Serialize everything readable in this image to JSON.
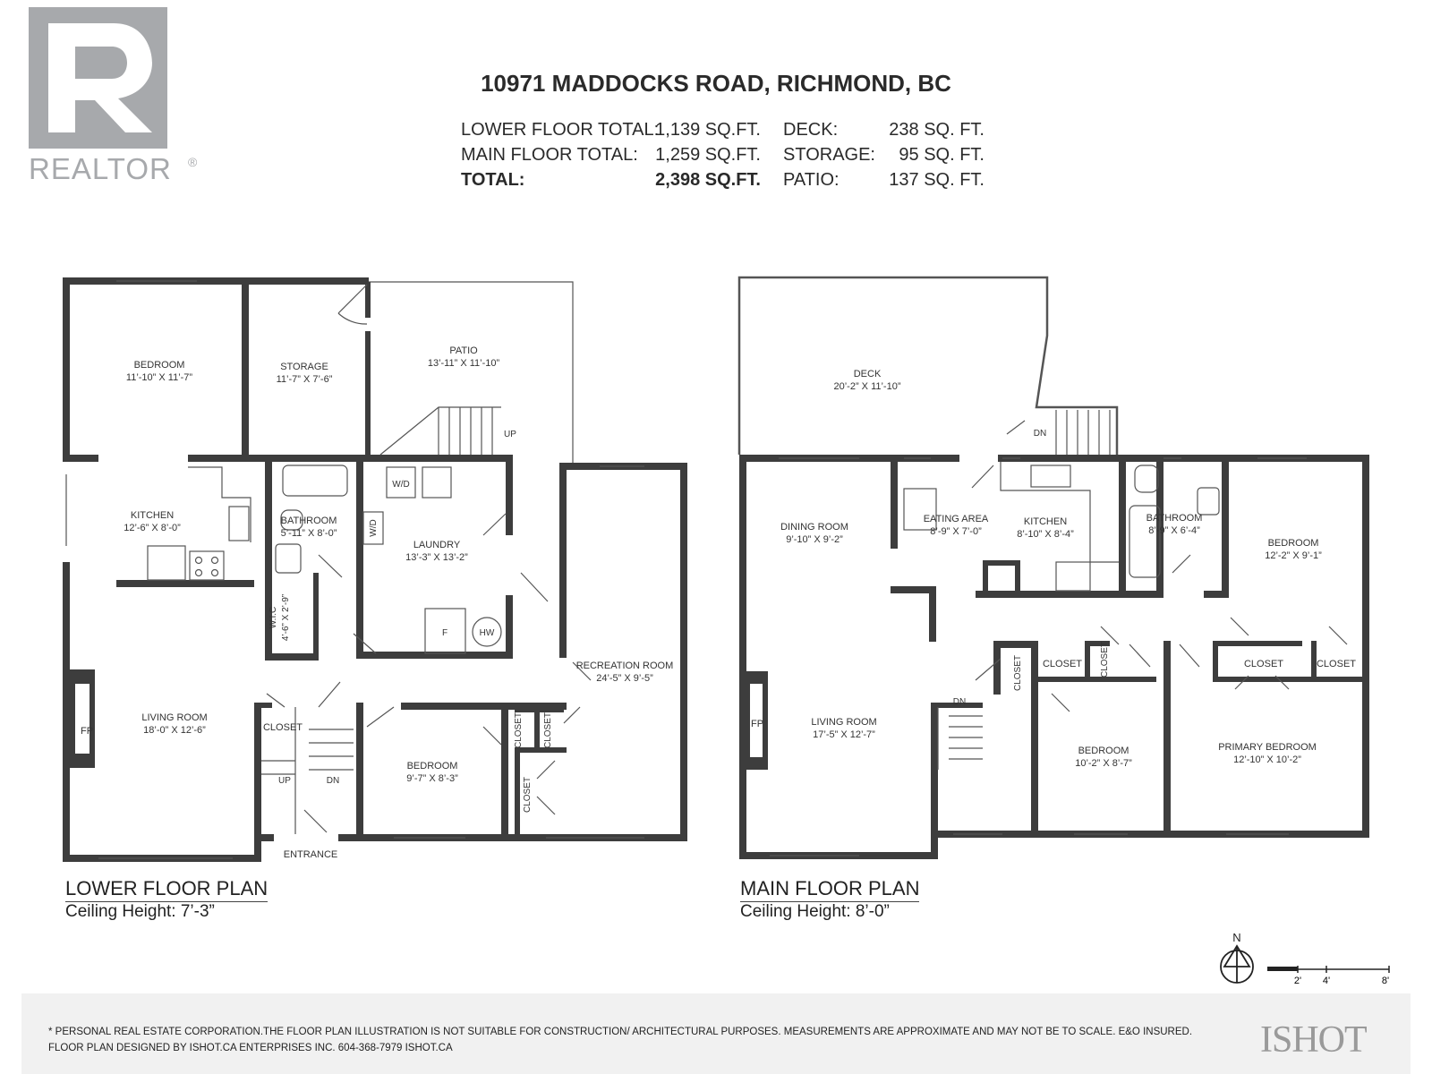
{
  "logo": {
    "word": "REALTOR",
    "reg": "®"
  },
  "header": {
    "address": "10971 MADDOCKS ROAD, RICHMOND, BC",
    "rows": [
      {
        "label": "LOWER FLOOR TOTAL:",
        "value": "1,139 SQ.FT.",
        "label2": "DECK:",
        "value2": "238 SQ. FT."
      },
      {
        "label": "MAIN FLOOR TOTAL:",
        "value": "1,259 SQ.FT.",
        "label2": "STORAGE:",
        "value2": "95 SQ. FT."
      },
      {
        "label": "TOTAL:",
        "value": "2,398 SQ.FT.",
        "label2": "PATIO:",
        "value2": "137 SQ. FT."
      }
    ]
  },
  "lower": {
    "title": "LOWER FLOOR PLAN",
    "ceiling": "Ceiling Height: 7’-3”",
    "rooms": {
      "bedroom1": {
        "name": "BEDROOM",
        "dim": "11’-10” X 11’-7”"
      },
      "storage": {
        "name": "STORAGE",
        "dim": "11’-7” X 7’-6”"
      },
      "patio": {
        "name": "PATIO",
        "dim": "13’-11” X 11’-10”"
      },
      "kitchen": {
        "name": "KITCHEN",
        "dim": "12’-6” X 8’-0”"
      },
      "bathroom": {
        "name": "BATHROOM",
        "dim": "5’-11” X 8’-0”"
      },
      "laundry": {
        "name": "LAUNDRY",
        "dim": "13’-3” X 13’-2”"
      },
      "recroom": {
        "name": "RECREATION ROOM",
        "dim": "24’-5” X 9’-5”"
      },
      "wic": {
        "name": "W.I.C",
        "dim": "4’-6” X 2’-9”"
      },
      "living": {
        "name": "LIVING ROOM",
        "dim": "18’-0” X 12’-6”"
      },
      "bedroom2": {
        "name": "BEDROOM",
        "dim": "9’-7” X 8’-3”"
      }
    },
    "labels": {
      "closet": "CLOSET",
      "fp": "FP",
      "up": "UP",
      "dn": "DN",
      "entrance": "ENTRANCE",
      "wd": "W/D",
      "f": "F",
      "hw": "HW"
    }
  },
  "main": {
    "title": "MAIN FLOOR PLAN",
    "ceiling": "Ceiling Height: 8’-0”",
    "rooms": {
      "deck": {
        "name": "DECK",
        "dim": "20’-2” X 11’-10”"
      },
      "dining": {
        "name": "DINING ROOM",
        "dim": "9’-10” X 9’-2”"
      },
      "eating": {
        "name": "EATING AREA",
        "dim": "8’-9” X 7’-0”"
      },
      "kitchen": {
        "name": "KITCHEN",
        "dim": "8’-10” X 8’-4”"
      },
      "bathroom": {
        "name": "BATHROOM",
        "dim": "8’-9” X 6’-4”"
      },
      "bedroom1": {
        "name": "BEDROOM",
        "dim": "12’-2” X 9’-1”"
      },
      "living": {
        "name": "LIVING ROOM",
        "dim": "17’-5” X 12’-7”"
      },
      "bedroom2": {
        "name": "BEDROOM",
        "dim": "10’-2” X 8’-7”"
      },
      "primary": {
        "name": "PRIMARY BEDROOM",
        "dim": "12’-10” X 10’-2”"
      }
    },
    "labels": {
      "closet": "CLOSET",
      "fp": "FP",
      "dn": "DN"
    }
  },
  "compass": {
    "n": "N"
  },
  "scale": {
    "t1": "2'",
    "t2": "4'",
    "t3": "8'"
  },
  "footer": {
    "line1": "* PERSONAL REAL ESTATE CORPORATION.THE FLOOR PLAN ILLUSTRATION IS NOT SUITABLE FOR CONSTRUCTION/ ARCHITECTURAL PURPOSES. MEASUREMENTS ARE APPROXIMATE AND MAY NOT BE TO SCALE. E&O INSURED.",
    "line2": "FLOOR PLAN DESIGNED BY ISHOT.CA ENTERPRISES INC. 604-368-7979  ISHOT.CA",
    "brand": "ISHOT"
  }
}
